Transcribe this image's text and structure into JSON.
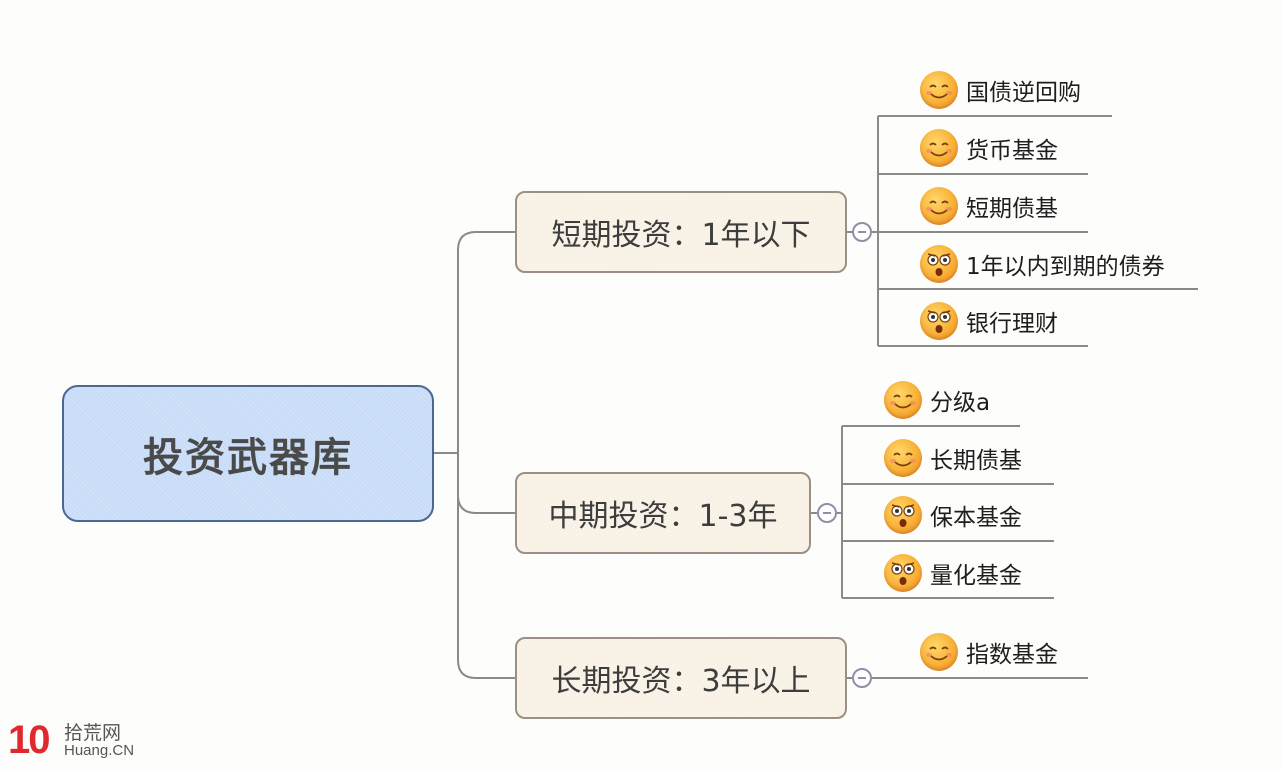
{
  "root": {
    "label": "投资武器库"
  },
  "branches": [
    {
      "label": "短期投资：1年以下",
      "children": [
        {
          "label": "国债逆回购",
          "icon": "smile-icon"
        },
        {
          "label": "货币基金",
          "icon": "smile-icon"
        },
        {
          "label": "短期债基",
          "icon": "smile-icon"
        },
        {
          "label": "1年以内到期的债券",
          "icon": "shocked-icon"
        },
        {
          "label": "银行理财",
          "icon": "shocked-icon"
        }
      ]
    },
    {
      "label": "中期投资：1-3年",
      "children": [
        {
          "label": "分级a",
          "icon": "smile-icon"
        },
        {
          "label": "长期债基",
          "icon": "smile-icon"
        },
        {
          "label": "保本基金",
          "icon": "shocked-icon"
        },
        {
          "label": "量化基金",
          "icon": "shocked-icon"
        }
      ]
    },
    {
      "label": "长期投资：3年以上",
      "children": [
        {
          "label": "指数基金",
          "icon": "smile-icon"
        }
      ]
    }
  ],
  "watermark": {
    "number": "10",
    "cn": "拾荒网",
    "en": "Huang.CN"
  },
  "colors": {
    "root_fill": "#c8dcf7",
    "root_border": "#4a6796",
    "branch_fill": "#f8f1e3",
    "branch_border": "#9b8f86",
    "connector": "#8a8a8a",
    "logo": "#e0282e"
  }
}
